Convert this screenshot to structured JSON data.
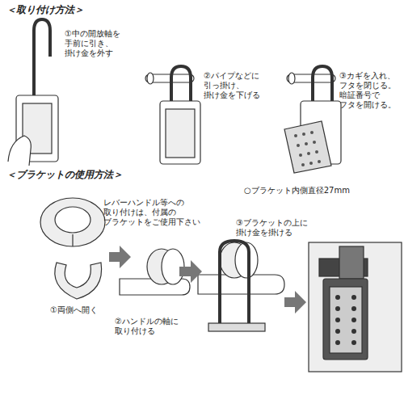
{
  "diagram": {
    "labels": [
      "＜取り付け方法＞",
      "①中の開放軸を 手前に引き、 掛け金を外す",
      "②パイプなどに 引っ掛け、 掛け金を下げる",
      "③カギを入れ、 フタを閉じる。 暗証番号で フタを開ける。",
      "＜ブラケットの使用方法＞",
      "レバーハンドル等への 取り付けは、付属の ブラケットをご使用下さい",
      "○ブラケット内側直径27mm",
      "③ブラケットの上に 掛け金を掛ける",
      "①両側へ開く",
      "②ハンドルの軸に 取り付ける"
    ]
  }
}
